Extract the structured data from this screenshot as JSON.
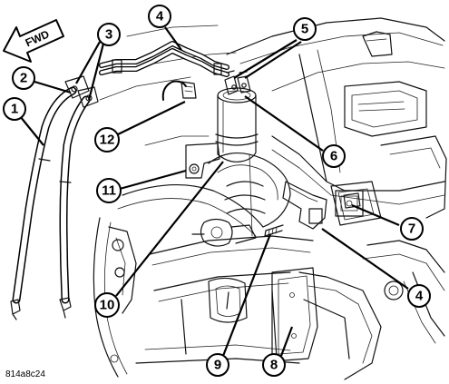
{
  "direction_label": "FWD",
  "reference_code": "814a8c24",
  "callouts": [
    {
      "id": "callout-1",
      "label": "1"
    },
    {
      "id": "callout-2",
      "label": "2"
    },
    {
      "id": "callout-3",
      "label": "3"
    },
    {
      "id": "callout-4-top",
      "label": "4"
    },
    {
      "id": "callout-5",
      "label": "5"
    },
    {
      "id": "callout-6",
      "label": "6"
    },
    {
      "id": "callout-7",
      "label": "7"
    },
    {
      "id": "callout-4-bottom",
      "label": "4"
    },
    {
      "id": "callout-8",
      "label": "8"
    },
    {
      "id": "callout-9",
      "label": "9"
    },
    {
      "id": "callout-10",
      "label": "10"
    },
    {
      "id": "callout-11",
      "label": "11"
    },
    {
      "id": "callout-12",
      "label": "12"
    }
  ]
}
